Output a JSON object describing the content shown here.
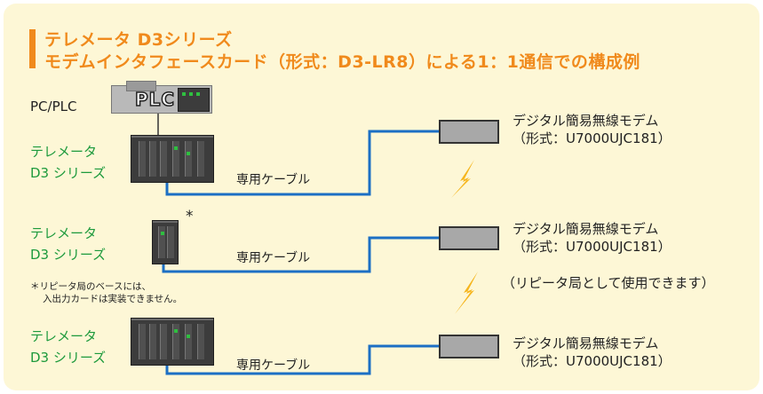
{
  "title": {
    "line1": "テレメータ D3シリーズ",
    "line2": "モデムインタフェースカード（形式：D3-LR8）による1：1通信での構成例"
  },
  "pc_plc": {
    "label": "PC/PLC",
    "badge": "PLC"
  },
  "rows": [
    {
      "device_line1": "テレメータ",
      "device_line2": "D3 シリーズ",
      "cable_label": "専用ケーブル",
      "modem_line1": "デジタル簡易無線モデム",
      "modem_line2": "（形式：U7000UJC181）"
    },
    {
      "device_line1": "テレメータ",
      "device_line2": "D3 シリーズ",
      "cable_label": "専用ケーブル",
      "modem_line1": "デジタル簡易無線モデム",
      "modem_line2": "（形式：U7000UJC181）",
      "asterisk": "*"
    },
    {
      "device_line1": "テレメータ",
      "device_line2": "D3 シリーズ",
      "cable_label": "専用ケーブル",
      "modem_line1": "デジタル簡易無線モデム",
      "modem_line2": "（形式：U7000UJC181）"
    }
  ],
  "repeater_note": "（リピータ局として使用できます）",
  "footnote": {
    "line1": "＊リピータ局のベースには、",
    "line2": "入出力カードは実装できません。"
  },
  "colors": {
    "title": "#f08a1c",
    "device_label": "#1d9a3c",
    "cable": "#1c6fc4",
    "lightning": "#f6b51c",
    "panel_bg": "#fdf7d6"
  },
  "icons": [
    "plc-device-image",
    "d3-rack-image",
    "modem-box",
    "lightning-bolt-icon"
  ]
}
